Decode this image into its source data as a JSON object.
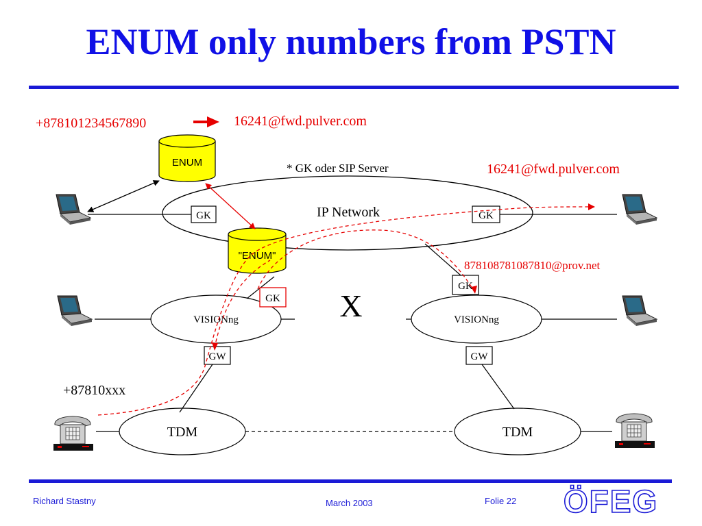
{
  "slide": {
    "title": "ENUM only numbers from PSTN",
    "footer": {
      "author": "Richard Stastny",
      "date": "March 2003",
      "slide_number": "Folie 22",
      "logo": "ÖFEG"
    }
  },
  "diagram": {
    "e164_number": "+878101234567890",
    "query_result": "16241@fwd.pulver.com",
    "gk_note": "* GK oder SIP Server",
    "destination_uri": "16241@fwd.pulver.com",
    "prov_uri": "878108781087810@prov.net",
    "phone_prefix": "+87810xxx",
    "broken_link_mark": "X",
    "databases": {
      "enum": "ENUM",
      "private_enum": "\"ENUM\""
    },
    "networks": {
      "ip": "IP Network",
      "vision_left": "VISIONng",
      "vision_right": "VISIONng",
      "tdm_left": "TDM",
      "tdm_right": "TDM"
    },
    "boxes": {
      "gk_ip_left": "GK",
      "gk_ip_right": "GK",
      "gk_vision_left": "GK",
      "gk_vision_right": "GK",
      "gw_left": "GW",
      "gw_right": "GW"
    },
    "colors": {
      "title": "#1010e6",
      "rule": "#1a1ad6",
      "signal": "#e60000",
      "database": "#ffff00"
    },
    "icons": [
      "laptop-icon",
      "telephone-icon",
      "database-icon",
      "arrow-icon"
    ]
  }
}
